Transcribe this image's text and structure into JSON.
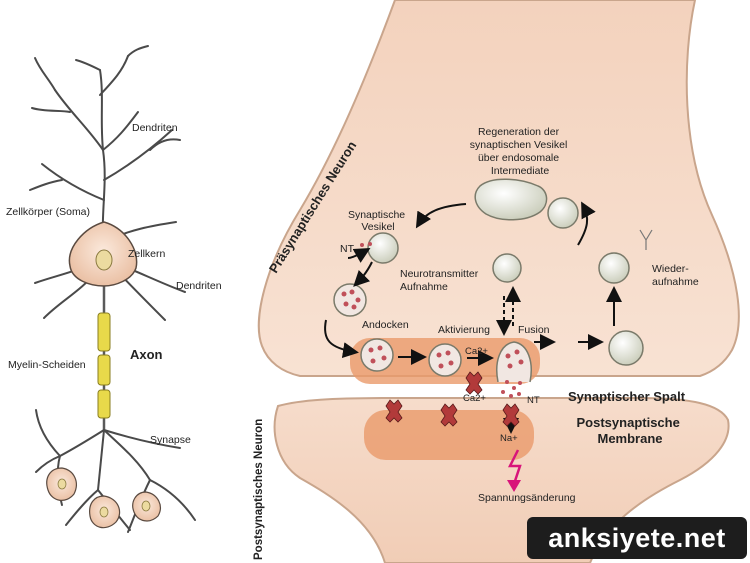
{
  "neuron": {
    "dendrites_top": "Dendriten",
    "soma": "Zellkörper (Soma)",
    "nucleus": "Zellkern",
    "dendrites_side": "Dendriten",
    "axon": "Axon",
    "myelin": "Myelin-Scheiden",
    "synapse": "Synapse"
  },
  "synapse": {
    "presynaptic": "Präsynaptisches Neuron",
    "postsynaptic": "Postsynaptisches Neuron",
    "regeneration": [
      "Regeneration der",
      "synaptischen Vesikel",
      "über endosomale",
      "Intermediate"
    ],
    "vesicle": [
      "Synaptische",
      "Vesikel"
    ],
    "nt": "NT",
    "uptake": [
      "Neurotransmitter",
      "Aufnahme"
    ],
    "docking": "Andocken",
    "activation": "Aktivierung",
    "fusion": "Fusion",
    "ca_top": "Ca2+",
    "ca_bottom": "Ca2+",
    "nt_cleft": "NT",
    "reuptake": [
      "Wieder-",
      "aufnahme"
    ],
    "cleft": "Synaptischer Spalt",
    "membrane": [
      "Postsynaptische",
      "Membrane"
    ],
    "na": "Na+",
    "voltage": "Spannungsänderung"
  },
  "watermark": "anksiyete.net",
  "colors": {
    "neuron_fill": "#f2d6c2",
    "neuron_edge": "#c9a58c",
    "myelin": "#e8d94a",
    "nucleus": "#ecdba0",
    "activation_zone": "#ea9a6a",
    "channel": "#b23a3a",
    "arrow_pink": "#d8157a"
  }
}
